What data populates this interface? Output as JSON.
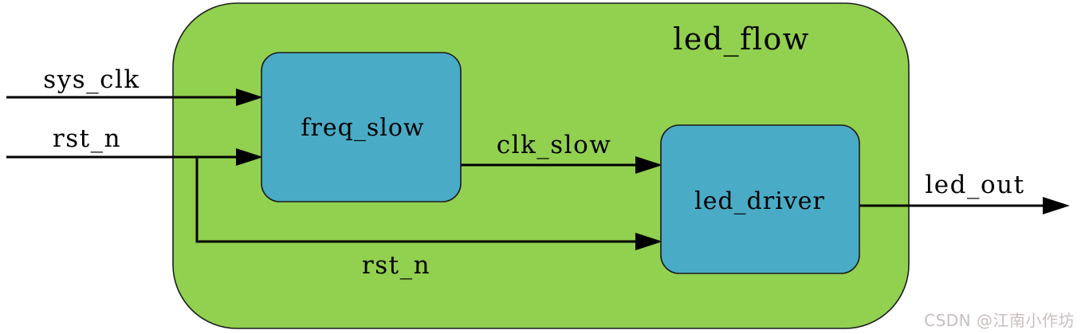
{
  "diagram": {
    "title": "led_flow",
    "blocks": [
      {
        "name": "freq_slow",
        "label": "freq_slow"
      },
      {
        "name": "led_driver",
        "label": "led_driver"
      }
    ],
    "signals": {
      "sys_clk": "sys_clk",
      "rst_n_input": "rst_n",
      "rst_n_internal": "rst_n",
      "clk_slow": "clk_slow",
      "led_out": "led_out"
    },
    "colors": {
      "container_fill": "#92d050",
      "block_fill": "#4aabc6",
      "outline": "#1c1c1c",
      "wire": "#000000",
      "text": "#000000",
      "watermark": "#c9bfbf"
    }
  },
  "watermark": {
    "text": "CSDN @江南小作坊"
  }
}
